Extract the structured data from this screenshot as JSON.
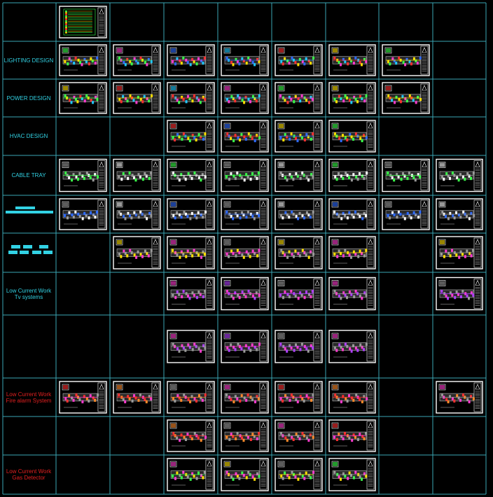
{
  "colors": {
    "grid_line": "#3aa6b4",
    "label_cyan": "#32d2e4",
    "label_red": "#e22020",
    "sheet_border": "#ffffff",
    "background": "#000000"
  },
  "rows": [
    {
      "label": "",
      "label_color": "cyan",
      "sheets": [
        1,
        0,
        0,
        0,
        0,
        0,
        0,
        0
      ],
      "style": "index"
    },
    {
      "label": "LIGHTING DESIGN",
      "label_color": "cyan",
      "sheets": [
        1,
        1,
        1,
        1,
        1,
        1,
        1,
        0
      ],
      "style": "lighting"
    },
    {
      "label": "POWER DESIGN",
      "label_color": "cyan",
      "sheets": [
        1,
        1,
        1,
        1,
        1,
        1,
        1,
        0
      ],
      "style": "power"
    },
    {
      "label": "HVAC DESIGN",
      "label_color": "cyan",
      "sheets": [
        0,
        0,
        1,
        1,
        1,
        1,
        0,
        0
      ],
      "style": "hvac"
    },
    {
      "label": "CABLE TRAY",
      "label_color": "cyan",
      "sheets": [
        1,
        1,
        1,
        1,
        1,
        1,
        1,
        1
      ],
      "style": "tray"
    },
    {
      "label": "",
      "label_color": "cyan",
      "label_icon": "bars-icon",
      "sheets": [
        1,
        1,
        1,
        1,
        1,
        1,
        1,
        1
      ],
      "style": "lowa"
    },
    {
      "label": "",
      "label_color": "cyan",
      "label_icon": "bricks-icon",
      "sheets": [
        0,
        1,
        1,
        1,
        1,
        1,
        0,
        1
      ],
      "style": "lowb"
    },
    {
      "label": "Low Current Work\nTv systems",
      "label_color": "cyan",
      "sheets": [
        0,
        0,
        1,
        1,
        1,
        1,
        0,
        1
      ],
      "style": "tv"
    },
    {
      "label": "",
      "label_color": "cyan",
      "sheets": [
        0,
        0,
        1,
        1,
        1,
        1,
        0,
        0
      ],
      "style": "tv"
    },
    {
      "label": "Low Current Work\nFire alarm System",
      "label_color": "red",
      "sheets": [
        1,
        1,
        1,
        1,
        1,
        1,
        0,
        1
      ],
      "style": "fire"
    },
    {
      "label": "",
      "label_color": "red",
      "sheets": [
        0,
        0,
        1,
        1,
        1,
        1,
        0,
        0
      ],
      "style": "fire"
    },
    {
      "label": "Low Current Work\nGas Detector",
      "label_color": "red",
      "sheets": [
        0,
        0,
        1,
        1,
        1,
        1,
        0,
        0
      ],
      "style": "gas"
    }
  ]
}
